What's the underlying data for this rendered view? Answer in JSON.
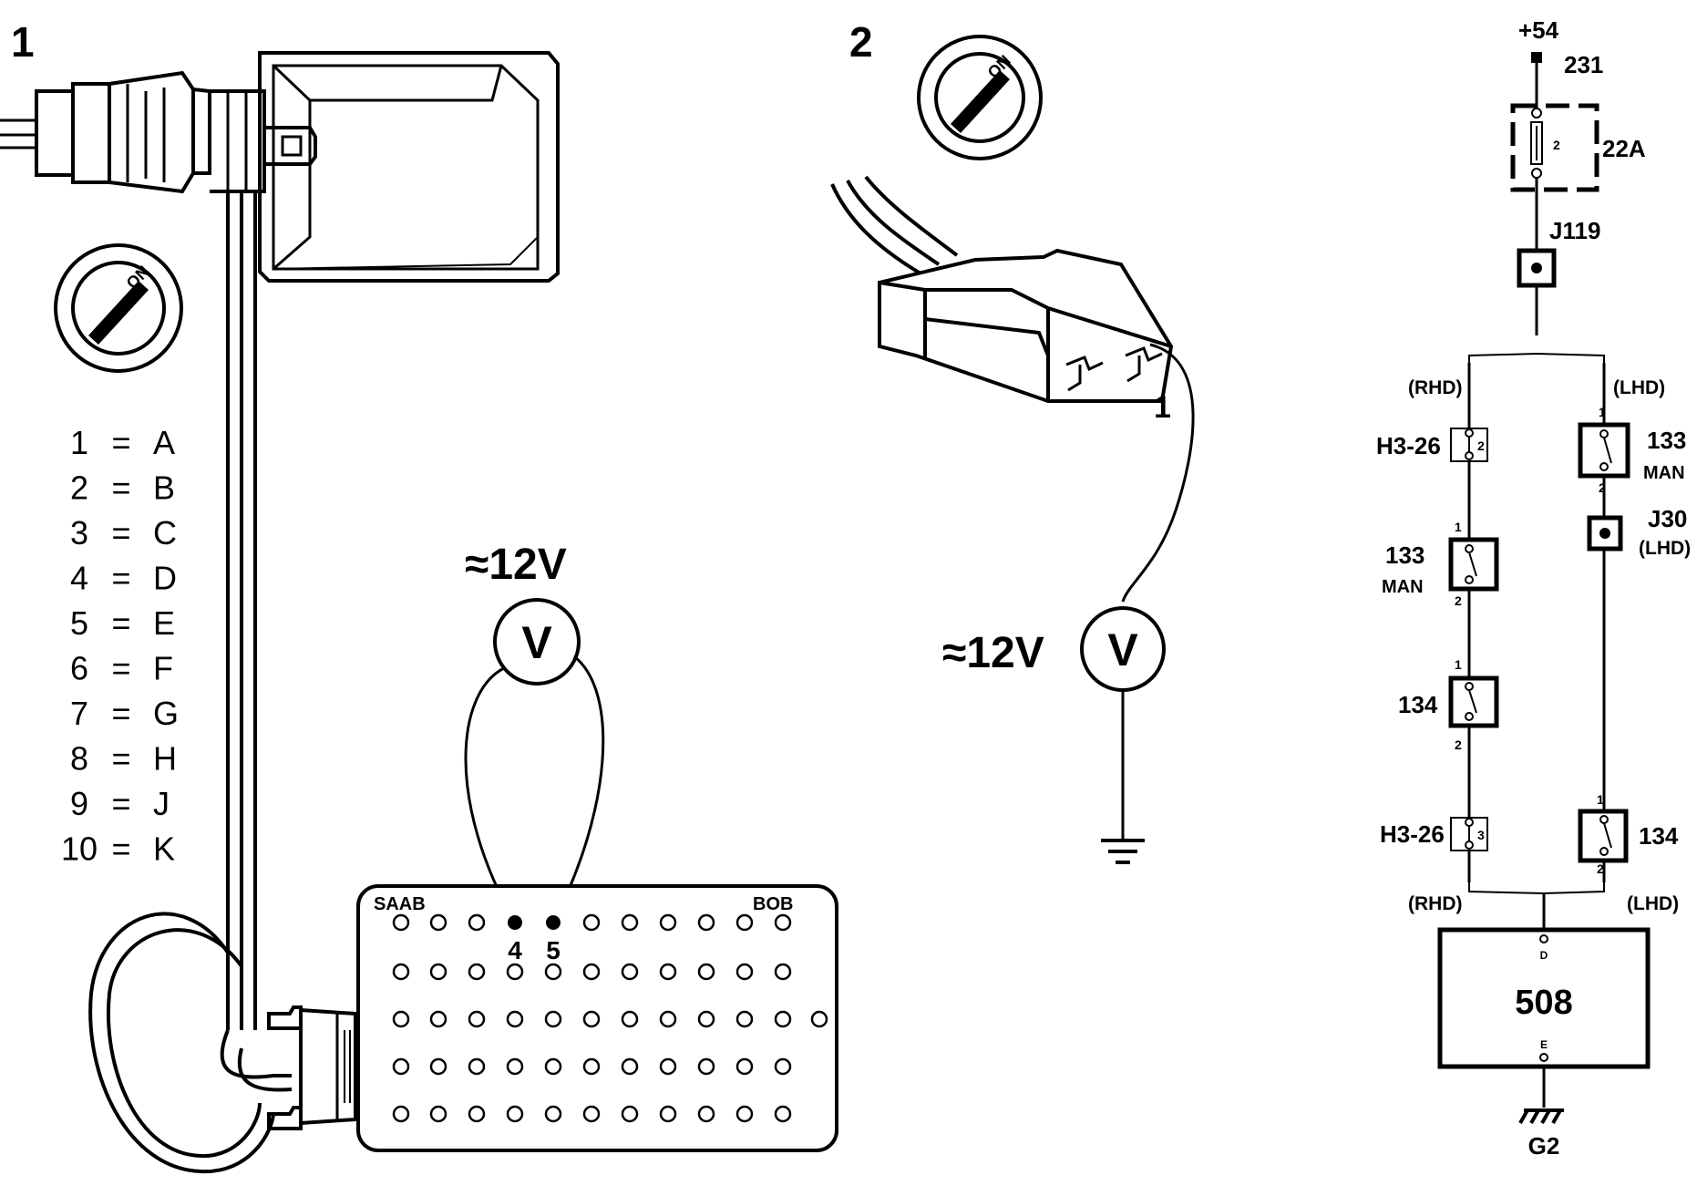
{
  "panel1": {
    "number": "1",
    "switch_label": "ON",
    "legend": [
      {
        "num": "1",
        "eq": "=",
        "letter": "A"
      },
      {
        "num": "2",
        "eq": "=",
        "letter": "B"
      },
      {
        "num": "3",
        "eq": "=",
        "letter": "C"
      },
      {
        "num": "4",
        "eq": "=",
        "letter": "D"
      },
      {
        "num": "5",
        "eq": "=",
        "letter": "E"
      },
      {
        "num": "6",
        "eq": "=",
        "letter": "F"
      },
      {
        "num": "7",
        "eq": "=",
        "letter": "G"
      },
      {
        "num": "8",
        "eq": "=",
        "letter": "H"
      },
      {
        "num": "9",
        "eq": "=",
        "letter": "J"
      },
      {
        "num": "10",
        "eq": "=",
        "letter": "K"
      }
    ],
    "voltage": "≈12V",
    "meter": "V",
    "bob_left": "SAAB",
    "bob_right": "BOB",
    "pin_a": "4",
    "pin_b": "5"
  },
  "panel2": {
    "number": "2",
    "switch_label": "ON",
    "pin": "1",
    "voltage": "≈12V",
    "meter": "V"
  },
  "schematic": {
    "supply": "+54",
    "wire": "231",
    "fuse_pin": "2",
    "fuse": "22A",
    "junction_top": "J119",
    "rhd": "(RHD)",
    "lhd": "(LHD)",
    "h3_26": "H3-26",
    "h3_26_pin_top": "2",
    "h3_26_pin_bottom": "3",
    "switch133": "133",
    "man": "MAN",
    "switch134": "134",
    "junction_lhd": "J30",
    "junction_lhd_sub": "(LHD)",
    "pin1": "1",
    "pin2": "2",
    "unit": "508",
    "unit_pin_top": "D",
    "unit_pin_bottom": "E",
    "ground": "G2"
  }
}
